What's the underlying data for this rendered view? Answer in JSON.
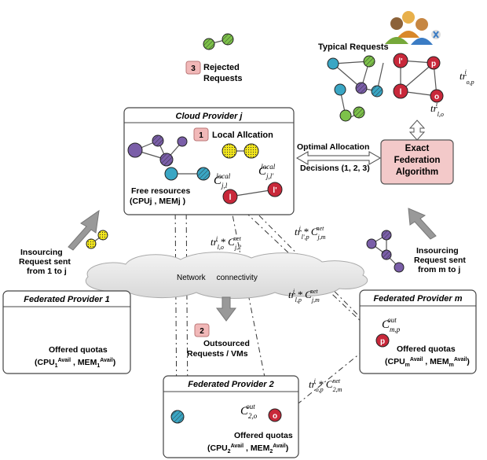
{
  "typical_requests": {
    "title": "Typical Requests"
  },
  "rejected": {
    "step": "3",
    "line1": "Rejected",
    "line2": "Requests"
  },
  "cloud_provider_j": {
    "title": "Cloud Provider j",
    "step": "1",
    "local_label": "Local Allcation",
    "free_line1": "Free resources",
    "free_line2": "(CPUj , MEMj )",
    "c_local_1": "C",
    "c_local_1_sup": "local",
    "c_local_1_sub": "j,l",
    "c_local_2": "C",
    "c_local_2_sup": "local",
    "c_local_2_sub": "j,l'"
  },
  "optimal": {
    "line1": "Optimal Allocation",
    "line2": "Decisions (1, 2, 3)"
  },
  "algorithm": {
    "line1": "Exact",
    "line2": "Federation",
    "line3": "Algorithm"
  },
  "insourcing_left": {
    "line1": "Insourcing",
    "line2": "Request sent",
    "line3": "from 1 to j"
  },
  "insourcing_right": {
    "line1": "Insourcing",
    "line2": "Request sent",
    "line3": "from m to j"
  },
  "network": {
    "label": "Network     connectivity"
  },
  "outsourced": {
    "step": "2",
    "line1": "Outsourced",
    "line2": "Requests / VMs"
  },
  "fed1": {
    "title": "Federated Provider 1",
    "quota_label": "Offered quotas",
    "quota_values": "(CPU1Avail , MEM1Avail)"
  },
  "fed2": {
    "title": "Federated Provider 2",
    "quota_label": "Offered quotas",
    "quota_values": "(CPU2Avail , MEM2Avail)",
    "c_out": "C",
    "c_out_sup": "out",
    "c_out_sub": "2,o"
  },
  "fedm": {
    "title": "Federated Provider m",
    "quota_label": "Offered quotas",
    "quota_values": "(CPUmAvail , MEMmAvail)",
    "c_out": "C",
    "c_out_sup": "out",
    "c_out_sub": "m,p"
  },
  "formulas": {
    "tr_lo_c_j2": "tr",
    "tr_lpm": "tr",
    "tr_lpm2": "tr",
    "tr_op_2m": "tr",
    "tr_op": "tr",
    "tr_lo": "tr"
  },
  "node_labels": {
    "l": "l",
    "lp": "l'",
    "o": "o",
    "p": "p"
  },
  "colors": {
    "box_border": "#444444",
    "algo_fill": "#f3c9c9",
    "step_fill": "#f1b8b8",
    "purple": "#7a5ea8",
    "teal": "#3aa6c4",
    "green": "#7dc24a",
    "yellow": "#f2e61c",
    "red": "#c8283a"
  }
}
